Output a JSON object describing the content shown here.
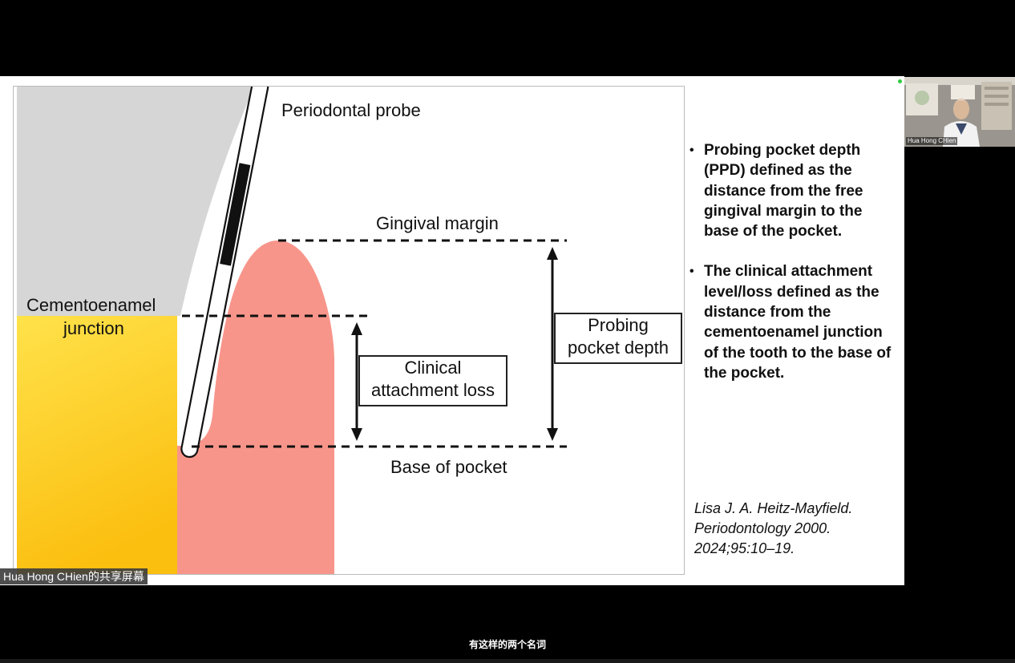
{
  "figure": {
    "labels": {
      "periodontal_probe": "Periodontal probe",
      "gingival_margin": "Gingival margin",
      "cementoenamel_line1": "Cementoenamel",
      "cementoenamel_line2": "junction",
      "clinical_line1": "Clinical",
      "clinical_line2": "attachment loss",
      "probing_line1": "Probing",
      "probing_line2": "pocket depth",
      "base_of_pocket": "Base of pocket"
    },
    "colors": {
      "enamel": "#d6d6d6",
      "root_top": "#ffe24a",
      "root_bottom": "#fbbf10",
      "gingiva": "#f8958a",
      "probe_mark": "#111111"
    }
  },
  "bullets": [
    "Probing pocket depth (PPD) defined as the distance from the free gingival margin to the base of the pocket.",
    "The clinical attachment level/loss defined as the distance from the cementoenamel junction of the tooth to the base of the pocket."
  ],
  "citation": {
    "line1": "Lisa J. A. Heitz-Mayfield.",
    "line2": "Periodontology 2000.",
    "line3": "2024;95:10–19."
  },
  "screen_share_label": "Hua Hong CHien的共享屏幕",
  "participant": {
    "name": "Hua Hong CHien"
  },
  "subtitle": "有这样的两个名词"
}
